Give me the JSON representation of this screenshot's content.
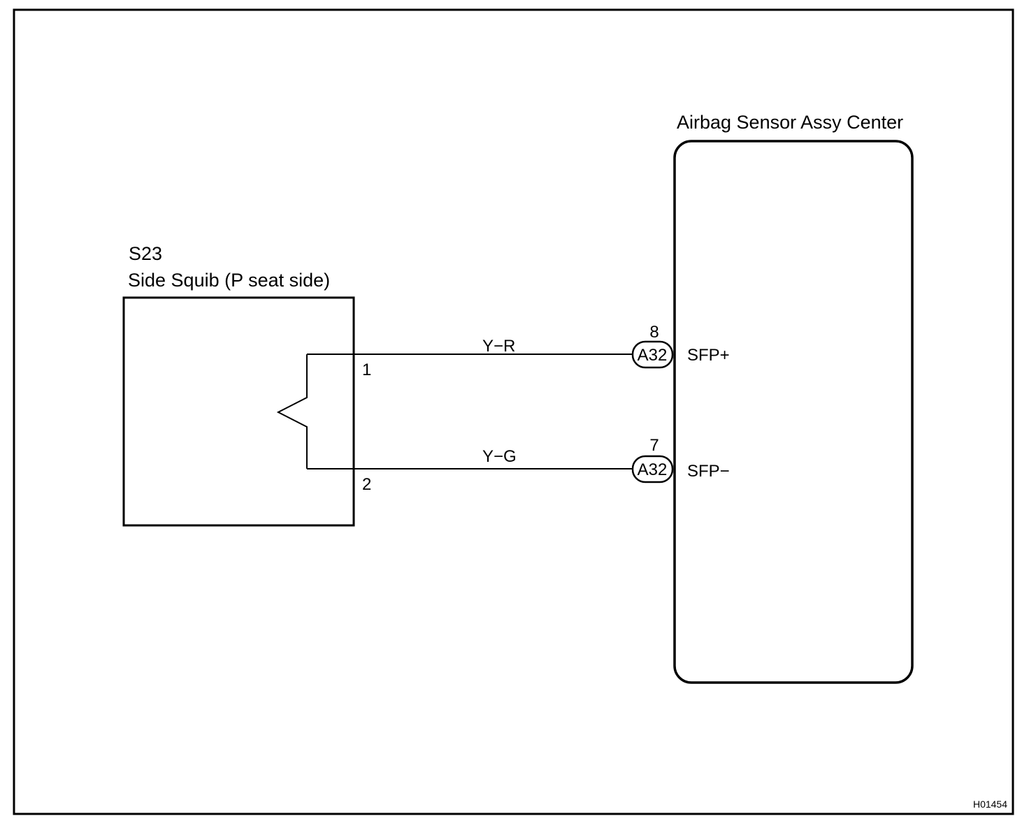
{
  "sensor": {
    "title": "Airbag Sensor Assy Center"
  },
  "squib": {
    "code": "S23",
    "title": "Side Squib (P seat side)"
  },
  "wires": [
    {
      "color_code": "Y−R",
      "squib_pin": "1",
      "connector": "A32",
      "connector_pin": "8",
      "signal": "SFP+"
    },
    {
      "color_code": "Y−G",
      "squib_pin": "2",
      "connector": "A32",
      "connector_pin": "7",
      "signal": "SFP−"
    }
  ],
  "figure_id": "H01454"
}
